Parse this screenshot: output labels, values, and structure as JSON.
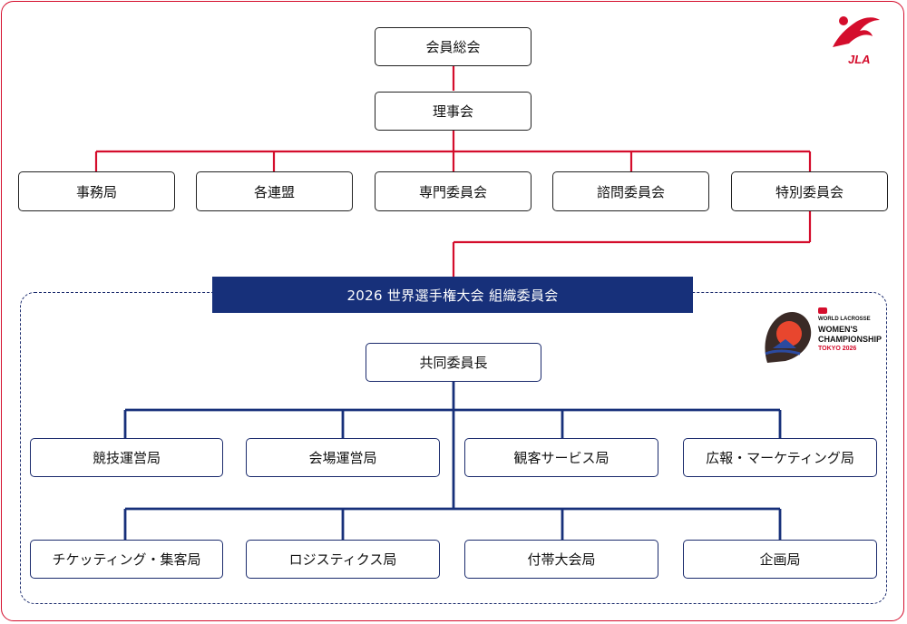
{
  "top_nodes": {
    "general_meeting": "会員総会",
    "board": "理事会"
  },
  "departments": [
    "事務局",
    "各連盟",
    "専門委員会",
    "諮問委員会",
    "特別委員会"
  ],
  "organizing_committee": {
    "title": "2026 世界選手権大会 組織委員会",
    "co_chair": "共同委員長",
    "bureaus_row1": [
      "競技運営局",
      "会場運営局",
      "観客サービス局",
      "広報・マーケティング局"
    ],
    "bureaus_row2": [
      "チケッティング・集客局",
      "ロジスティクス局",
      "付帯大会局",
      "企画局"
    ]
  },
  "logos": {
    "jla": "JLA",
    "wc_brand": "WORLD LACROSSE",
    "wc_line1": "WOMEN'S",
    "wc_line2": "CHAMPIONSHIP",
    "wc_line3": "TOKYO 2026"
  },
  "colors": {
    "red": "#d40d2c",
    "navy": "#17307a"
  }
}
